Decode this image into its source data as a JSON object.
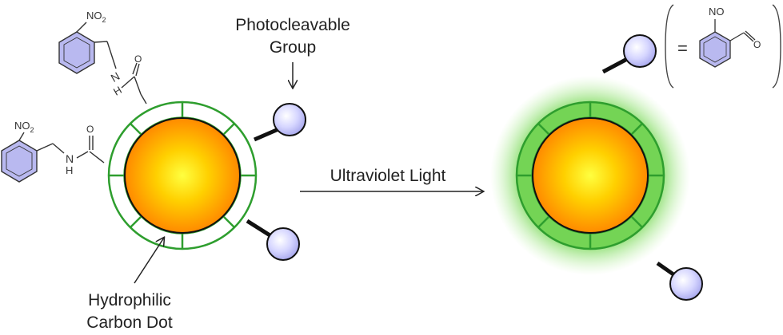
{
  "labels": {
    "photocleavable_line1": "Photocleavable",
    "photocleavable_line2": "Group",
    "hydrophilic_line1": "Hydrophilic",
    "hydrophilic_line2": "Carbon Dot",
    "arrow_label": "Ultraviolet Light"
  },
  "chem": {
    "no2_upper": "NO",
    "no2_upper_sub": "2",
    "no2_lower": "NO",
    "no2_lower_sub": "2",
    "nh_upper": "H",
    "n_upper": "N",
    "n_lower": "N",
    "h_lower": "H",
    "product_no": "NO",
    "equals": "="
  },
  "colors": {
    "ring": "#2e9e2e",
    "core_inner": "#ffee00",
    "core_outer": "#ff8c00",
    "sphere": "#c8c8ff",
    "benzene_fill": "#b9b9f0",
    "glow": "#55cc33"
  },
  "icons": {
    "left_dot": "carbon-dot-icon",
    "right_dot": "glowing-carbon-dot-icon",
    "sphere": "photocleavable-group-sphere-icon"
  }
}
